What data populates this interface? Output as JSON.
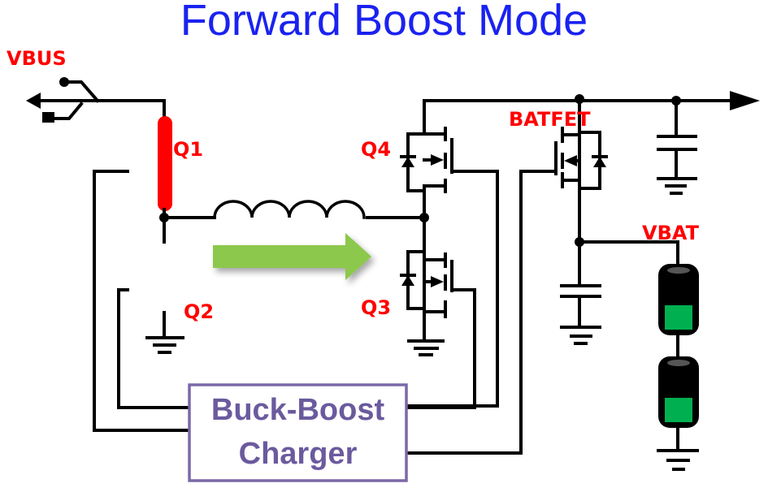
{
  "title": "Forward Boost Mode",
  "labels": {
    "vbus": "VBUS",
    "q1": "Q1",
    "q2": "Q2",
    "q3": "Q3",
    "q4": "Q4",
    "batfet": "BATFET",
    "vbat": "VBAT"
  },
  "charger_block": {
    "line1": "Buck-Boost",
    "line2": "Charger"
  },
  "colors": {
    "title": "#1a22f0",
    "label": "#ff0000",
    "active_switch": "#ff0000",
    "flow_arrow": "#8cc84b",
    "charger_box": "#7b68a8",
    "battery_fill": "#00b050"
  },
  "components": [
    {
      "id": "usb-port",
      "type": "usb-connector"
    },
    {
      "id": "q1",
      "type": "switch",
      "state": "on"
    },
    {
      "id": "q2",
      "type": "switch",
      "state": "off"
    },
    {
      "id": "q3",
      "type": "mosfet"
    },
    {
      "id": "q4",
      "type": "mosfet"
    },
    {
      "id": "inductor",
      "type": "inductor"
    },
    {
      "id": "batfet",
      "type": "mosfet"
    },
    {
      "id": "sys-cap",
      "type": "capacitor"
    },
    {
      "id": "bat-cap",
      "type": "capacitor"
    },
    {
      "id": "battery-cell-1",
      "type": "battery"
    },
    {
      "id": "battery-cell-2",
      "type": "battery"
    },
    {
      "id": "charger",
      "type": "ic-block"
    }
  ],
  "flow_direction": "right"
}
